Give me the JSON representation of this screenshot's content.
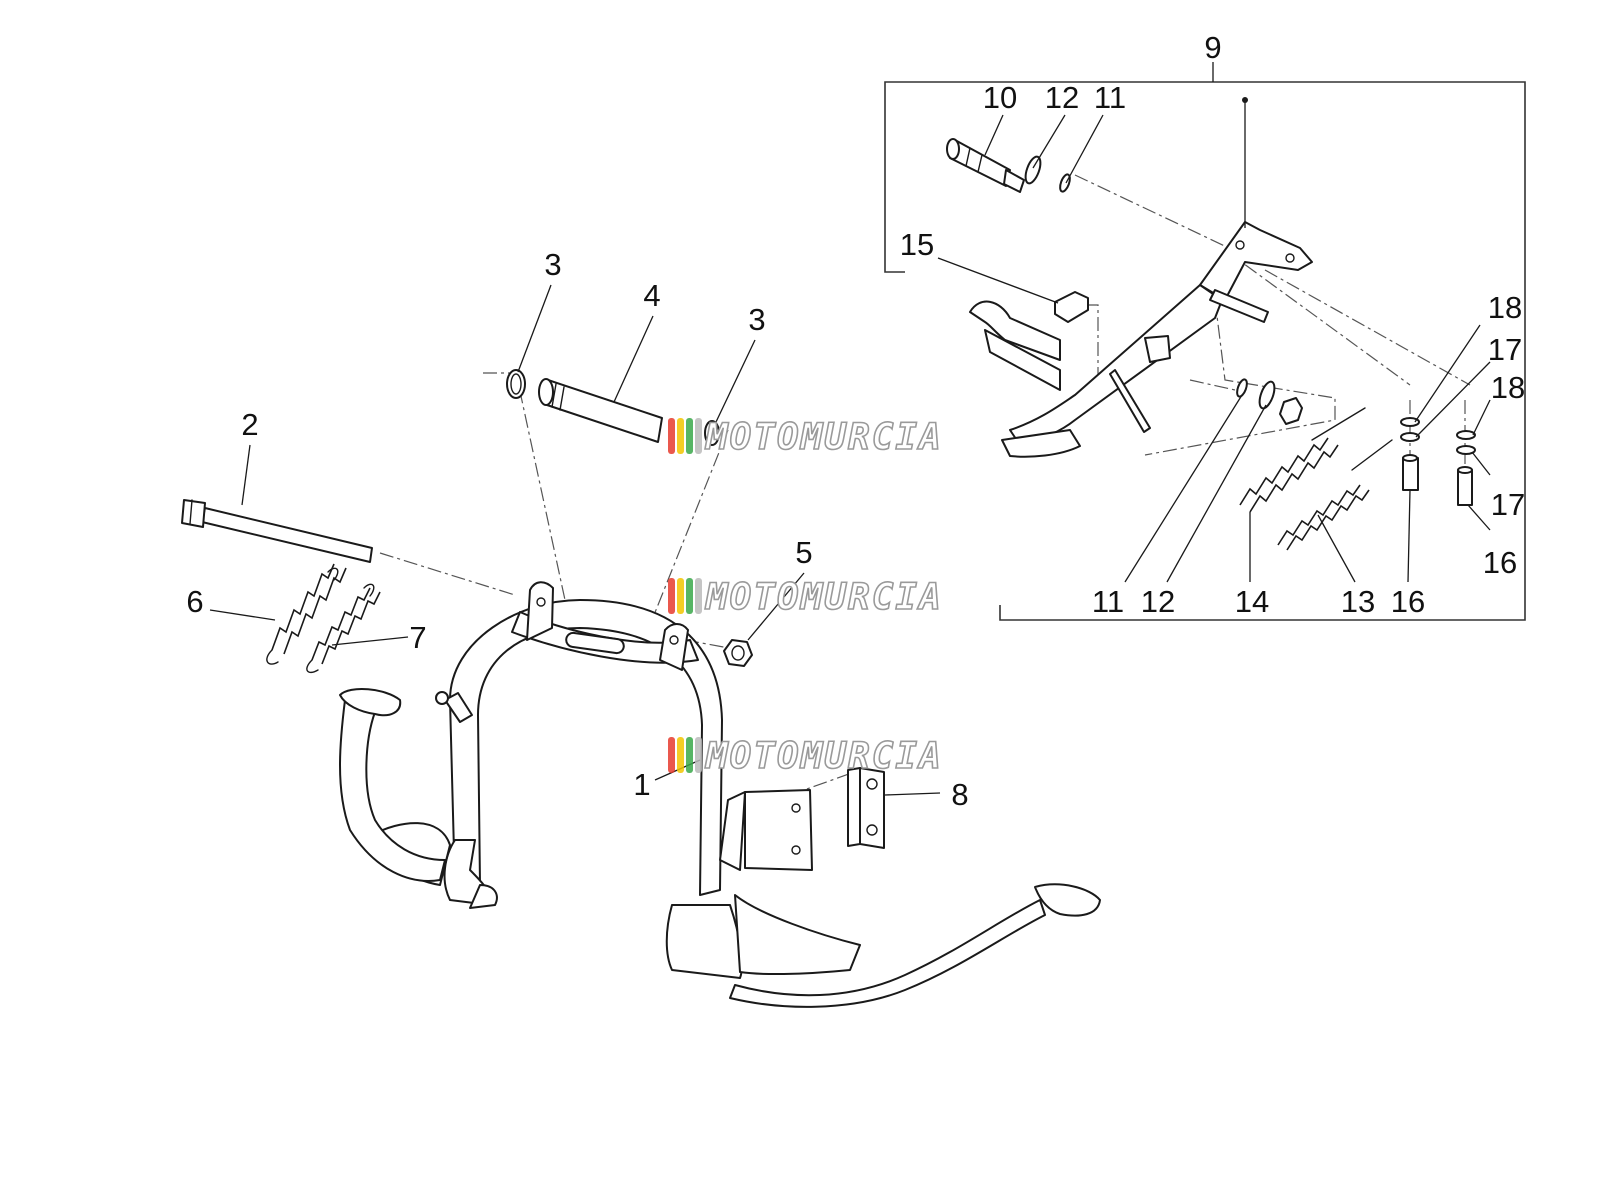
{
  "diagram": {
    "callouts": [
      "1",
      "2",
      "3",
      "3",
      "4",
      "5",
      "6",
      "7",
      "8",
      "9",
      "10",
      "11",
      "11",
      "12",
      "12",
      "13",
      "14",
      "15",
      "16",
      "16",
      "17",
      "17",
      "18",
      "18"
    ]
  },
  "watermark": {
    "text": "MOTOMURCIA",
    "stripe_colors": [
      "#e63b2e",
      "#f2c500",
      "#3aa84a",
      "#bbbbbb"
    ]
  },
  "colors": {
    "line": "#1a1a1a",
    "background": "#ffffff"
  }
}
